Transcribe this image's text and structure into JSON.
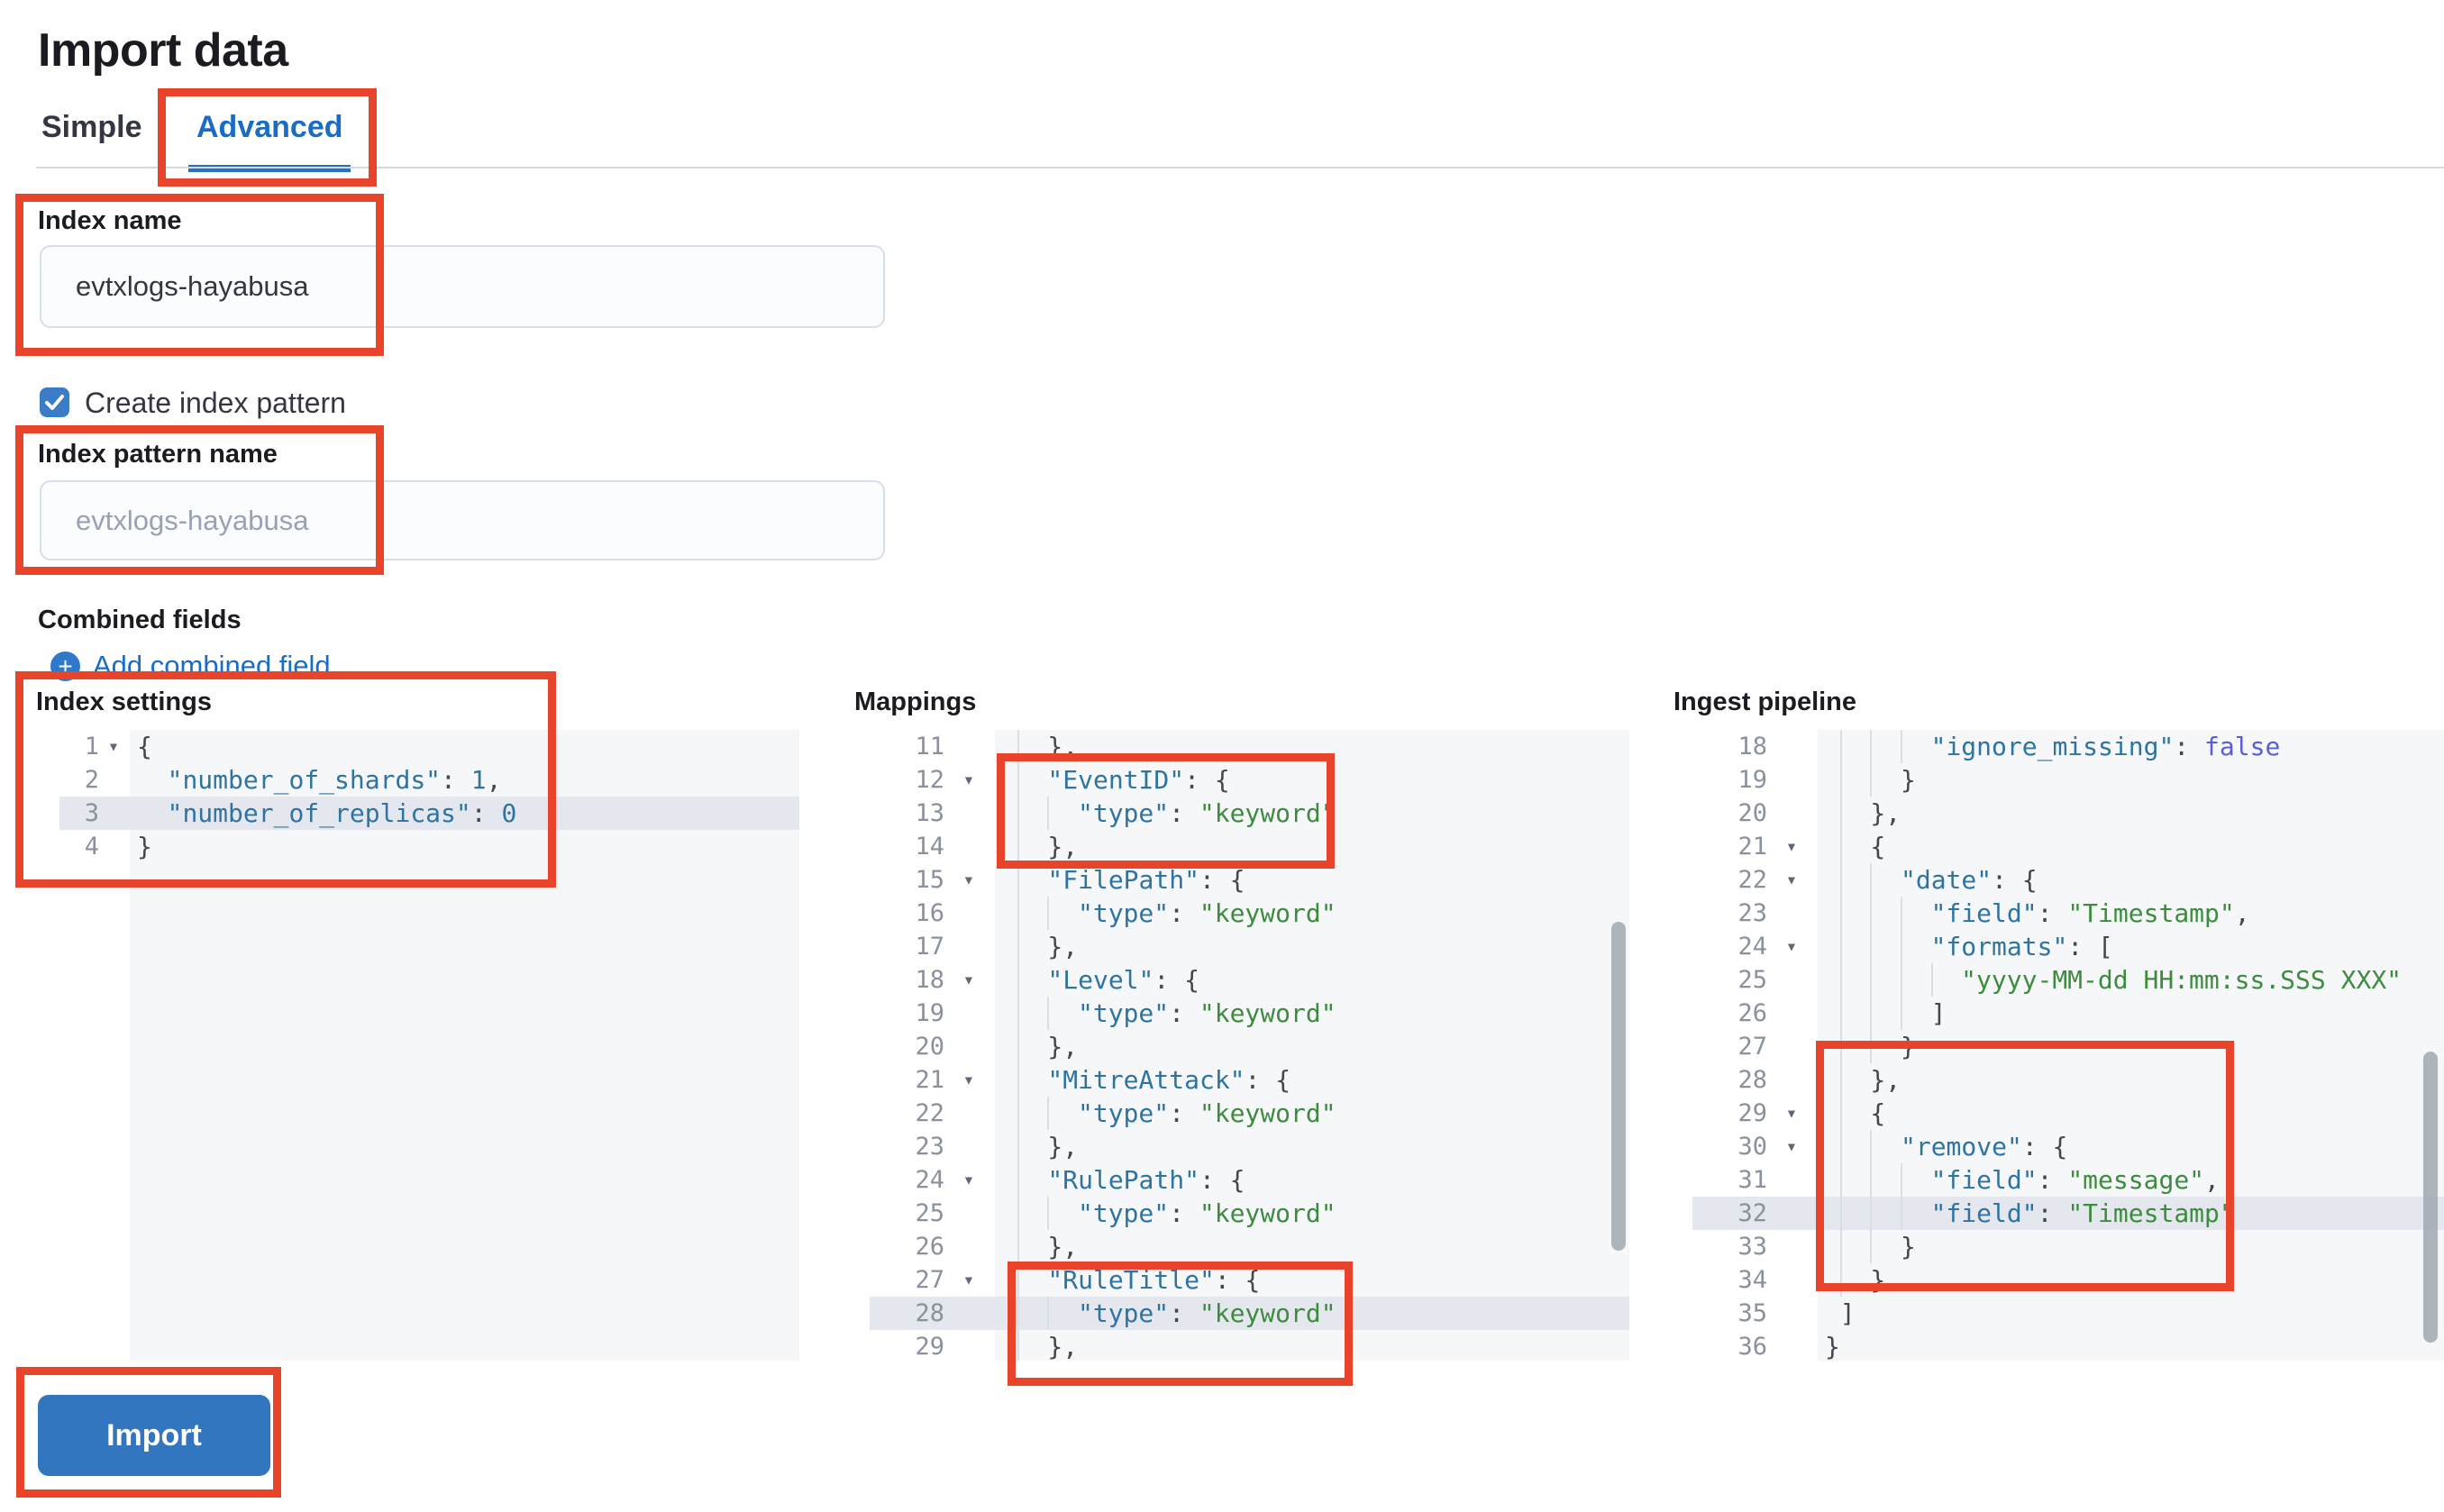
{
  "header": {
    "title": "Import data"
  },
  "tabs": [
    {
      "label": "Simple",
      "active": false
    },
    {
      "label": "Advanced",
      "active": true
    }
  ],
  "form": {
    "index_name": {
      "label": "Index name",
      "value": "evtxlogs-hayabusa"
    },
    "create_index_pattern": {
      "label": "Create index pattern",
      "checked": true
    },
    "index_pattern_name": {
      "label": "Index pattern name",
      "placeholder": "evtxlogs-hayabusa"
    },
    "combined_fields": {
      "label": "Combined fields",
      "add_link": "Add combined field"
    }
  },
  "editors": {
    "index_settings": {
      "label": "Index settings",
      "active_line": 3,
      "lines": [
        {
          "n": 1,
          "fold": true,
          "sp": 0,
          "g": 0,
          "t": [
            [
              "p",
              "{"
            ]
          ]
        },
        {
          "n": 2,
          "sp": 2,
          "g": 0,
          "t": [
            [
              "k",
              "\"number_of_shards\""
            ],
            [
              "p",
              ": "
            ],
            [
              "n",
              "1"
            ],
            [
              "p",
              ","
            ]
          ]
        },
        {
          "n": 3,
          "sp": 2,
          "g": 0,
          "active": true,
          "t": [
            [
              "k",
              "\"number_of_replicas\""
            ],
            [
              "p",
              ": "
            ],
            [
              "n",
              "0"
            ]
          ]
        },
        {
          "n": 4,
          "sp": 0,
          "g": 0,
          "t": [
            [
              "p",
              "}"
            ]
          ]
        }
      ]
    },
    "mappings": {
      "label": "Mappings",
      "active_line": 28,
      "lines": [
        {
          "n": 11,
          "sp": 1,
          "g": 1,
          "t": [
            [
              "p",
              "},"
            ]
          ]
        },
        {
          "n": 12,
          "fold": true,
          "sp": 1,
          "g": 1,
          "t": [
            [
              "k",
              "\"EventID\""
            ],
            [
              "p",
              ": {"
            ]
          ]
        },
        {
          "n": 13,
          "sp": 1,
          "g": 2,
          "t": [
            [
              "k",
              "\"type\""
            ],
            [
              "p",
              ": "
            ],
            [
              "s",
              "\"keyword\""
            ]
          ]
        },
        {
          "n": 14,
          "sp": 1,
          "g": 1,
          "t": [
            [
              "p",
              "},"
            ]
          ]
        },
        {
          "n": 15,
          "fold": true,
          "sp": 1,
          "g": 1,
          "t": [
            [
              "k",
              "\"FilePath\""
            ],
            [
              "p",
              ": {"
            ]
          ]
        },
        {
          "n": 16,
          "sp": 1,
          "g": 2,
          "t": [
            [
              "k",
              "\"type\""
            ],
            [
              "p",
              ": "
            ],
            [
              "s",
              "\"keyword\""
            ]
          ]
        },
        {
          "n": 17,
          "sp": 1,
          "g": 1,
          "t": [
            [
              "p",
              "},"
            ]
          ]
        },
        {
          "n": 18,
          "fold": true,
          "sp": 1,
          "g": 1,
          "t": [
            [
              "k",
              "\"Level\""
            ],
            [
              "p",
              ": {"
            ]
          ]
        },
        {
          "n": 19,
          "sp": 1,
          "g": 2,
          "t": [
            [
              "k",
              "\"type\""
            ],
            [
              "p",
              ": "
            ],
            [
              "s",
              "\"keyword\""
            ]
          ]
        },
        {
          "n": 20,
          "sp": 1,
          "g": 1,
          "t": [
            [
              "p",
              "},"
            ]
          ]
        },
        {
          "n": 21,
          "fold": true,
          "sp": 1,
          "g": 1,
          "t": [
            [
              "k",
              "\"MitreAttack\""
            ],
            [
              "p",
              ": {"
            ]
          ]
        },
        {
          "n": 22,
          "sp": 1,
          "g": 2,
          "t": [
            [
              "k",
              "\"type\""
            ],
            [
              "p",
              ": "
            ],
            [
              "s",
              "\"keyword\""
            ]
          ]
        },
        {
          "n": 23,
          "sp": 1,
          "g": 1,
          "t": [
            [
              "p",
              "},"
            ]
          ]
        },
        {
          "n": 24,
          "fold": true,
          "sp": 1,
          "g": 1,
          "t": [
            [
              "k",
              "\"RulePath\""
            ],
            [
              "p",
              ": {"
            ]
          ]
        },
        {
          "n": 25,
          "sp": 1,
          "g": 2,
          "t": [
            [
              "k",
              "\"type\""
            ],
            [
              "p",
              ": "
            ],
            [
              "s",
              "\"keyword\""
            ]
          ]
        },
        {
          "n": 26,
          "sp": 1,
          "g": 1,
          "t": [
            [
              "p",
              "},"
            ]
          ]
        },
        {
          "n": 27,
          "fold": true,
          "sp": 1,
          "g": 1,
          "t": [
            [
              "k",
              "\"RuleTitle\""
            ],
            [
              "p",
              ": {"
            ]
          ]
        },
        {
          "n": 28,
          "sp": 1,
          "g": 2,
          "active": true,
          "t": [
            [
              "k",
              "\"type\""
            ],
            [
              "p",
              ": "
            ],
            [
              "s",
              "\"keyword\""
            ]
          ]
        },
        {
          "n": 29,
          "sp": 1,
          "g": 1,
          "t": [
            [
              "p",
              "},"
            ]
          ]
        }
      ]
    },
    "ingest_pipeline": {
      "label": "Ingest pipeline",
      "active_line": 32,
      "lines": [
        {
          "n": 18,
          "sp": 1,
          "g": 3,
          "t": [
            [
              "k",
              "\"ignore_missing\""
            ],
            [
              "p",
              ": "
            ],
            [
              "b",
              "false"
            ]
          ]
        },
        {
          "n": 19,
          "sp": 1,
          "g": 2,
          "t": [
            [
              "p",
              "}"
            ]
          ]
        },
        {
          "n": 20,
          "sp": 1,
          "g": 1,
          "t": [
            [
              "p",
              "},"
            ]
          ]
        },
        {
          "n": 21,
          "fold": true,
          "sp": 1,
          "g": 1,
          "t": [
            [
              "p",
              "{"
            ]
          ]
        },
        {
          "n": 22,
          "fold": true,
          "sp": 1,
          "g": 2,
          "t": [
            [
              "k",
              "\"date\""
            ],
            [
              "p",
              ": {"
            ]
          ]
        },
        {
          "n": 23,
          "sp": 1,
          "g": 3,
          "t": [
            [
              "k",
              "\"field\""
            ],
            [
              "p",
              ": "
            ],
            [
              "s",
              "\"Timestamp\""
            ],
            [
              "p",
              ","
            ]
          ]
        },
        {
          "n": 24,
          "fold": true,
          "sp": 1,
          "g": 3,
          "t": [
            [
              "k",
              "\"formats\""
            ],
            [
              "p",
              ": ["
            ]
          ]
        },
        {
          "n": 25,
          "sp": 1,
          "g": 4,
          "t": [
            [
              "s",
              "\"yyyy-MM-dd HH:mm:ss.SSS XXX\""
            ]
          ]
        },
        {
          "n": 26,
          "sp": 1,
          "g": 3,
          "t": [
            [
              "p",
              "]"
            ]
          ]
        },
        {
          "n": 27,
          "sp": 1,
          "g": 2,
          "t": [
            [
              "p",
              "}"
            ]
          ]
        },
        {
          "n": 28,
          "sp": 1,
          "g": 1,
          "t": [
            [
              "p",
              "},"
            ]
          ]
        },
        {
          "n": 29,
          "fold": true,
          "sp": 1,
          "g": 1,
          "t": [
            [
              "p",
              "{"
            ]
          ]
        },
        {
          "n": 30,
          "fold": true,
          "sp": 1,
          "g": 2,
          "t": [
            [
              "k",
              "\"remove\""
            ],
            [
              "p",
              ": {"
            ]
          ]
        },
        {
          "n": 31,
          "sp": 1,
          "g": 3,
          "t": [
            [
              "k",
              "\"field\""
            ],
            [
              "p",
              ": "
            ],
            [
              "s",
              "\"message\""
            ],
            [
              "p",
              ","
            ]
          ]
        },
        {
          "n": 32,
          "sp": 1,
          "g": 3,
          "active": true,
          "t": [
            [
              "k",
              "\"field\""
            ],
            [
              "p",
              ": "
            ],
            [
              "s",
              "\"Timestamp\""
            ]
          ]
        },
        {
          "n": 33,
          "sp": 1,
          "g": 2,
          "t": [
            [
              "p",
              "}"
            ]
          ]
        },
        {
          "n": 34,
          "sp": 1,
          "g": 1,
          "t": [
            [
              "p",
              "}"
            ]
          ]
        },
        {
          "n": 35,
          "sp": 1,
          "g": 0,
          "t": [
            [
              "p",
              "]"
            ]
          ]
        },
        {
          "n": 36,
          "sp": 0,
          "g": 0,
          "t": [
            [
              "p",
              "}"
            ]
          ]
        }
      ]
    }
  },
  "import_button": {
    "label": "Import"
  },
  "colors": {
    "accent_blue": "#196dc4",
    "button_blue": "#3276bf",
    "checkbox_blue": "#3a7dc6",
    "annotation_red": "#e8432b",
    "editor_bg": "#f5f7f9",
    "editor_active_line": "#e4e8ee",
    "syntax_key": "#2f73a0",
    "syntax_string": "#3e8b3f",
    "syntax_boolean": "#5b5fd6",
    "divider": "#d3dae6"
  }
}
